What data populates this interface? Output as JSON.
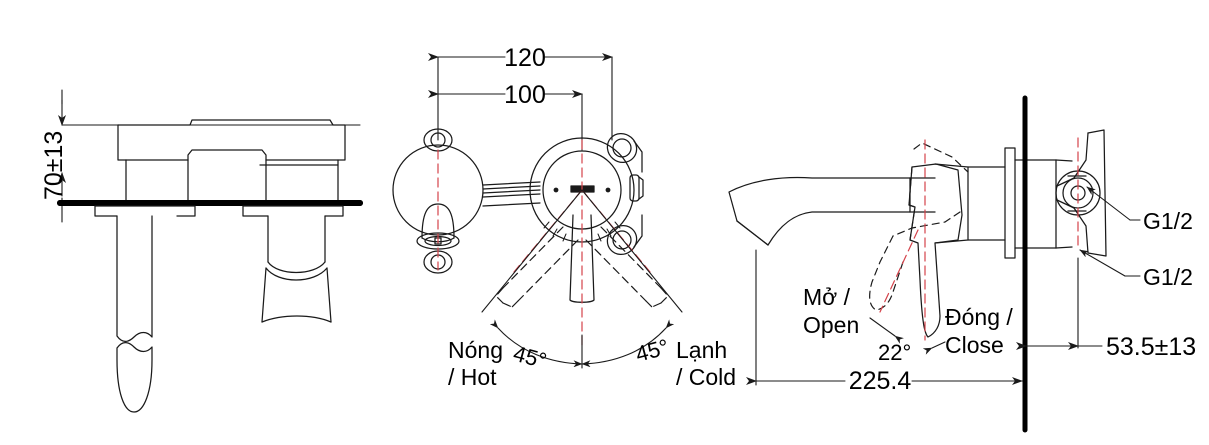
{
  "drawing": {
    "title": "Wall-mounted basin mixer technical drawing",
    "colors": {
      "line": "#1a1a1a",
      "centerline": "#d4424a",
      "wall": "#000000",
      "background": "#ffffff"
    },
    "views": [
      {
        "name": "side-elevation-view",
        "position": "left"
      },
      {
        "name": "front-plan-view",
        "position": "center"
      },
      {
        "name": "side-section-view",
        "position": "right"
      }
    ]
  },
  "dimensions": {
    "height_above_wall": "70±13",
    "outer_centers": "120",
    "inner_centers": "100",
    "hot_angle": "45°",
    "cold_angle": "45°",
    "lever_angle": "22°",
    "spout_projection": "225.4",
    "wall_depth": "53.5±13",
    "inlet_thread_top": "G1/2",
    "inlet_thread_bottom": "G1/2"
  },
  "labels": {
    "hot_line1": "Nóng",
    "hot_line2": "/ Hot",
    "cold_line1": "Lạnh",
    "cold_line2": "/ Cold",
    "open_line1": "Mở /",
    "open_line2": "Open",
    "close_line1": "Đóng /",
    "close_line2": "Close"
  }
}
